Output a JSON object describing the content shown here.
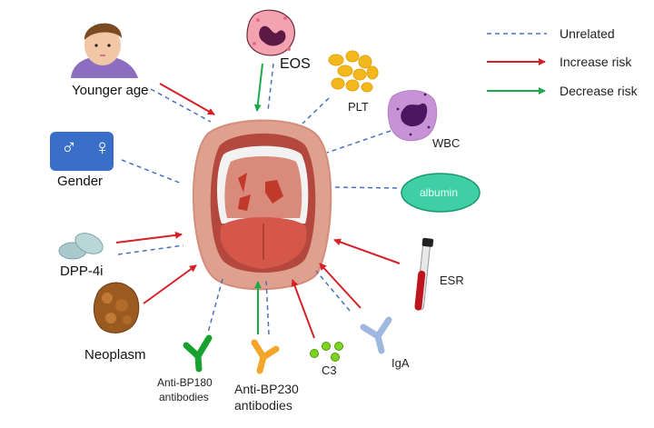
{
  "legend": {
    "items": [
      {
        "key": "unrelated",
        "label": "Unrelated",
        "style": "dashed",
        "color": "#4a72b8"
      },
      {
        "key": "increase",
        "label": "Increase risk",
        "style": "arrow",
        "color": "#d42027"
      },
      {
        "key": "decrease",
        "label": "Decrease risk",
        "style": "arrow",
        "color": "#1aaa4a"
      }
    ]
  },
  "center": {
    "name": "oral-mucosa-lesion",
    "description": "open mouth with palatal erosions"
  },
  "factors": {
    "younger_age": {
      "label": "Younger age",
      "relations": [
        "increase",
        "unrelated"
      ]
    },
    "eos": {
      "label": "EOS",
      "relations": [
        "decrease",
        "unrelated"
      ]
    },
    "plt": {
      "label": "PLT",
      "relations": [
        "unrelated"
      ]
    },
    "wbc": {
      "label": "WBC",
      "relations": [
        "unrelated"
      ]
    },
    "albumin": {
      "label": "albumin",
      "relations": [
        "unrelated"
      ]
    },
    "gender": {
      "label": "Gender",
      "symbols": "♂ ♀",
      "relations": [
        "unrelated"
      ]
    },
    "dpp4i": {
      "label": "DPP-4i",
      "relations": [
        "increase",
        "unrelated"
      ]
    },
    "neoplasm": {
      "label": "Neoplasm",
      "relations": [
        "increase"
      ]
    },
    "anti_bp180": {
      "label_line1": "Anti-BP180",
      "label_line2": "antibodies",
      "relations": [
        "unrelated"
      ]
    },
    "anti_bp230": {
      "label_line1": "Anti-BP230",
      "label_line2": "antibodies",
      "relations": [
        "decrease",
        "unrelated"
      ]
    },
    "c3": {
      "label": "C3",
      "relations": [
        "increase"
      ]
    },
    "iga": {
      "label": "IgA",
      "relations": [
        "increase",
        "unrelated"
      ]
    },
    "esr": {
      "label": "ESR",
      "relations": [
        "increase"
      ]
    }
  },
  "colors": {
    "unrelated": "#4a72b8",
    "increase": "#d42027",
    "decrease": "#1aaa4a",
    "gender_box": "#3a6fc9",
    "albumin": "#3fcfa4"
  }
}
